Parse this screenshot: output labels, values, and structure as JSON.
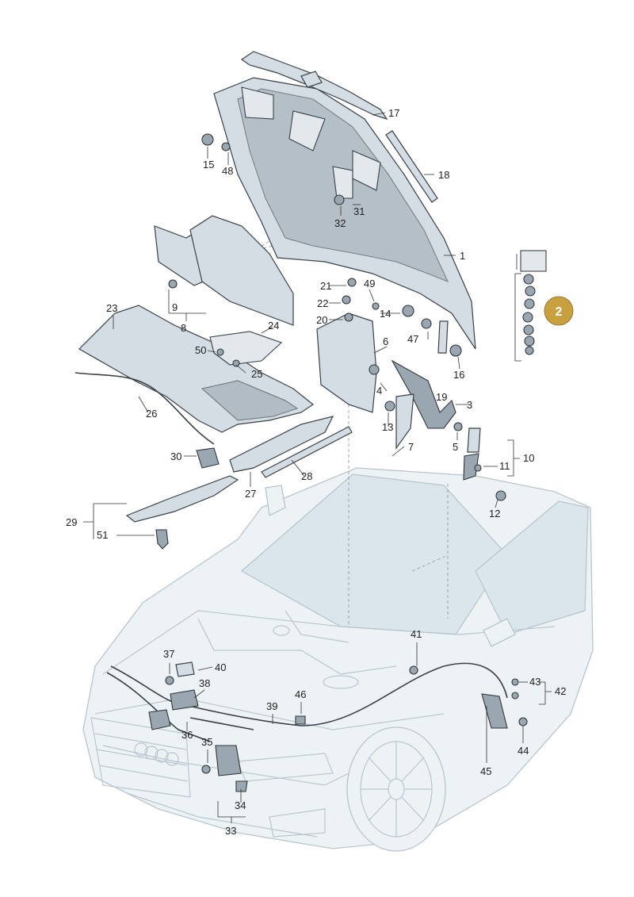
{
  "diagram": {
    "badge": "2",
    "callouts": {
      "1": "1",
      "2": "2",
      "3": "3",
      "4": "4",
      "5": "5",
      "6": "6",
      "7": "7",
      "8": "8",
      "9": "9",
      "10": "10",
      "11": "11",
      "12": "12",
      "13": "13",
      "14": "14",
      "15": "15",
      "16": "16",
      "17": "17",
      "18": "18",
      "19": "19",
      "20": "20",
      "21": "21",
      "22": "22",
      "23": "23",
      "24": "24",
      "25": "25",
      "26": "26",
      "27": "27",
      "28": "28",
      "29": "29",
      "30": "30",
      "31": "31",
      "32": "32",
      "33": "33",
      "34": "34",
      "35": "35",
      "36": "36",
      "37": "37",
      "38": "38",
      "39": "39",
      "40": "40",
      "41": "41",
      "42": "42",
      "43": "43",
      "44": "44",
      "45": "45",
      "46": "46",
      "47": "47",
      "48": "48",
      "49": "49",
      "50": "50",
      "51": "51"
    }
  }
}
